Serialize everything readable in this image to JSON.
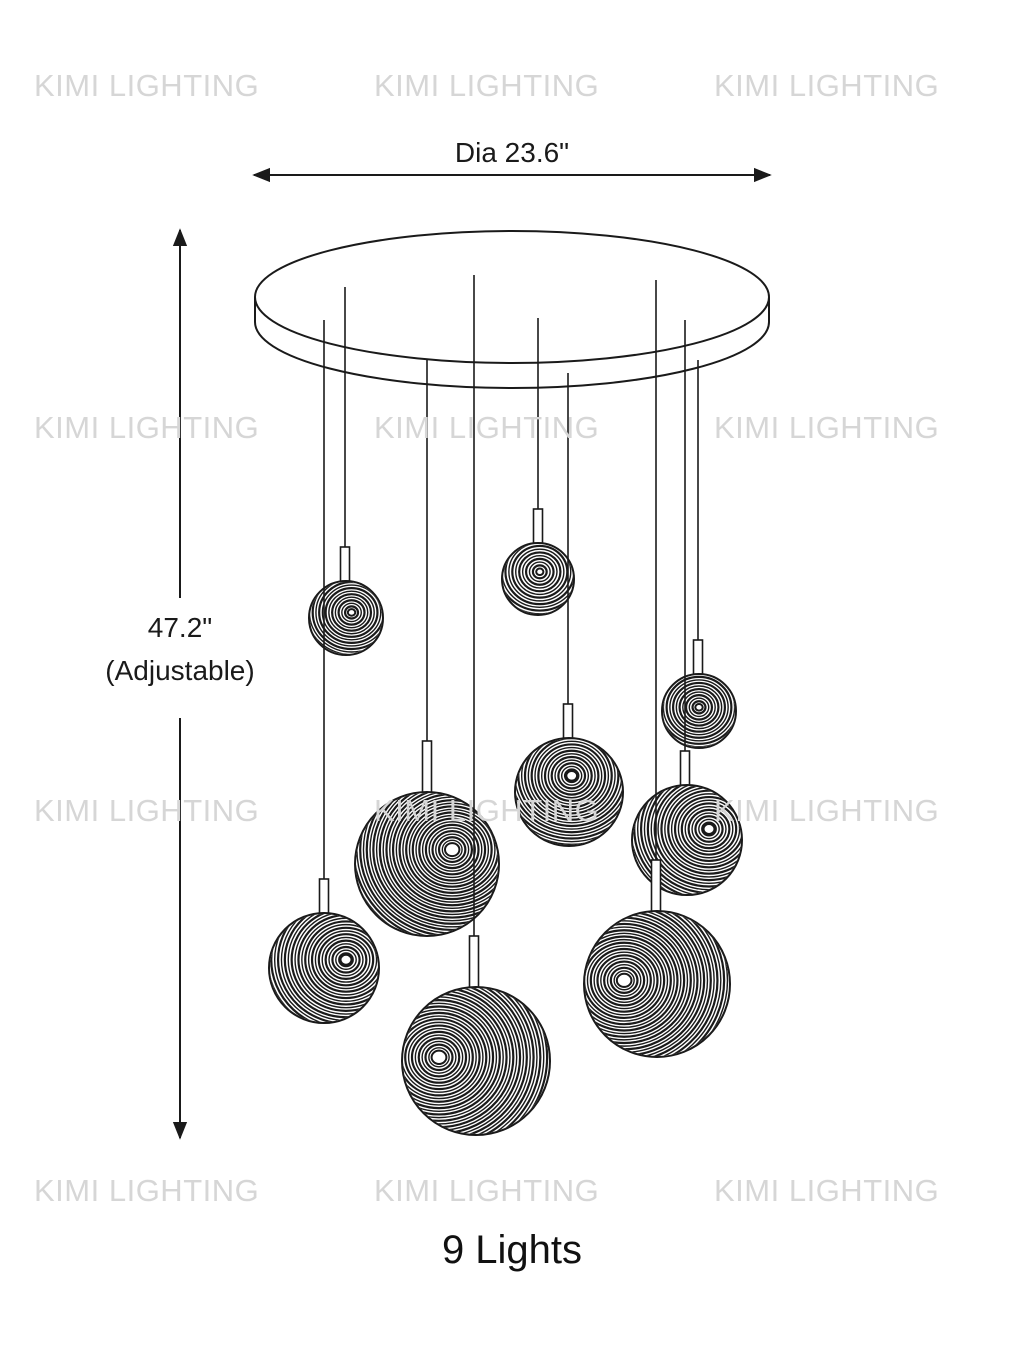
{
  "watermark": {
    "text": "KIMI LIGHTING",
    "color": "#d6d6d6"
  },
  "dimensions": {
    "diameter_label": "Dia 23.6\"",
    "height_label": "47.2\"",
    "height_note": "(Adjustable)"
  },
  "caption": {
    "light_count": "9 Lights"
  },
  "colors": {
    "line": "#1a1a1a",
    "background": "#ffffff"
  }
}
